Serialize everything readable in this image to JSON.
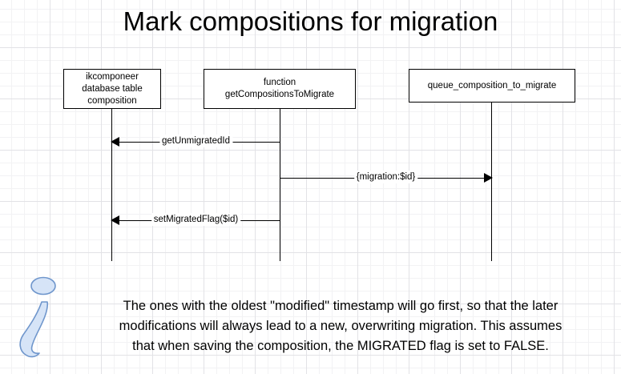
{
  "diagram": {
    "title": "Mark compositions for migration",
    "type": "sequence-diagram",
    "participants": [
      {
        "id": "database",
        "label": "ikcomponeer\ndatabase table\ncomposition",
        "lines": [
          "ikcomponeer",
          "database table",
          "composition"
        ]
      },
      {
        "id": "function",
        "label": "function\ngetCompositionsToMigrate",
        "lines": [
          "function",
          "getCompositionsToMigrate"
        ]
      },
      {
        "id": "queue",
        "label": "queue_composition_to_migrate",
        "lines": [
          "queue_composition_to_migrate"
        ]
      }
    ],
    "messages": [
      {
        "id": "msg-1",
        "label": "getUnmigratedId",
        "from": "function",
        "to": "database",
        "direction": "left"
      },
      {
        "id": "msg-2",
        "label": "{migration:$id}",
        "from": "function",
        "to": "queue",
        "direction": "right"
      },
      {
        "id": "msg-3",
        "label": "setMigratedFlag($id)",
        "from": "function",
        "to": "database",
        "direction": "left"
      }
    ]
  },
  "note": {
    "icon": "info-icon",
    "lines": [
      "The ones with the oldest \"modified\" timestamp will go first, so that the later",
      "modifications will always lead to a new, overwriting migration. This assumes",
      "that when saving the composition, the MIGRATED flag is set to FALSE."
    ]
  },
  "colors": {
    "background": "#ffffff",
    "grid_minor": "#f2f2f4",
    "grid_major": "#e2e2e6",
    "stroke": "#000000",
    "info_icon_fill": "#d6e4f7",
    "info_icon_stroke": "#6f96cc"
  }
}
